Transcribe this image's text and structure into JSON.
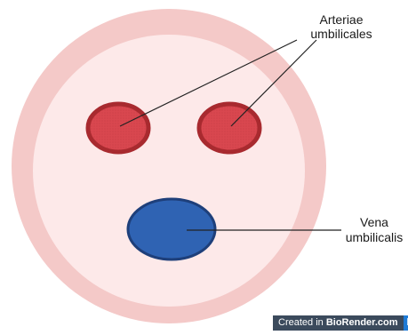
{
  "diagram": {
    "labels": {
      "arteries": [
        "Arteriae",
        "umbilicales"
      ],
      "vein": [
        "Vena",
        "umbilicalis"
      ]
    }
  },
  "colors": {
    "outer_ring": "#f4c9c8",
    "inner_disc": "#fde9e9",
    "artery_fill": "#d9474f",
    "artery_stroke": "#a82a2f",
    "vein_fill": "#2f63b3",
    "vein_stroke": "#1e3f7a",
    "leader_line": "#222222"
  },
  "watermark": {
    "prefix": "Created in ",
    "brand": "BioRender.com",
    "logo": "bio"
  }
}
